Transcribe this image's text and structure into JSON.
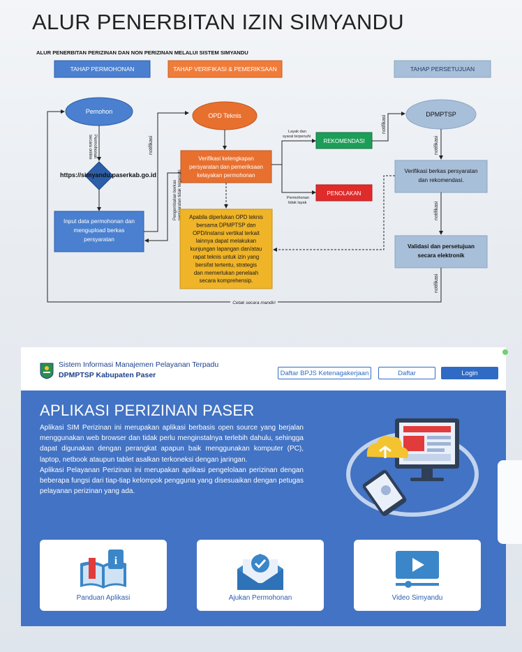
{
  "page_title": "ALUR PENERBITAN IZIN SIMYANDU",
  "flowchart": {
    "heading": "ALUR PENERBITAN PERIZINAN DAN NON PERIZINAN MELALUI SISTEM SIMYANDU",
    "stages": [
      "TAHAP PERMOHONAN",
      "TAHAP VERIFIKASI & PEMERIKSAAN",
      "TAHAP PERSETUJUAN"
    ],
    "pemohon": "Pemohon",
    "opd_teknis": "OPD Teknis",
    "dpmptsp": "DPMPTSP",
    "url": "https://simyandu.paserkab.go.id",
    "edge_pemohon_1": "Permohonan",
    "edge_pemohon_2": "secara online",
    "input_data_1": "Input data permohonan dan",
    "input_data_2": "mengupload berkas",
    "input_data_3": "persyaratan",
    "notifikasi": "notifikasi",
    "pengembalian_1": "Pengembalian berkas",
    "pengembalian_2": "persyaratan tidak terpenuhi",
    "verif_1": "Verifikasi kelengkapan",
    "verif_2": "persyaratan  dan pemeriksaan",
    "verif_3": "kelayakan permohonan",
    "layak_1": "Layak dan",
    "layak_2": "syarat terpenuhi",
    "rekomendasi": "REKOMENDASI",
    "tidak_layak_1": "Permohonan",
    "tidak_layak_2": "tidak layak",
    "penolakan": "PENOLAKAN",
    "yellow_lines": [
      "Apabila diperlukan OPD teknis",
      "bersama DPMPTSP dan",
      "OPD/instansi vertikal terkait",
      "lainnya dapat melakukan",
      "kunjungan lapangan dan/atau",
      "rapat teknis untuk izin yang",
      "bersifat tertentu, strategis",
      "dan memerlukan penelaah",
      "secara komprehensip."
    ],
    "verif_rek_1": "Verifikasi berkas persyaratan",
    "verif_rek_2": "dan rekomendasi.",
    "validasi_1": "Validasi dan persetujuan",
    "validasi_2": "secara elektronik",
    "cetak": "Cetak secara mandiri"
  },
  "portal": {
    "brand_line1": "Sistem Informasi Manajemen Pelayanan Terpadu",
    "brand_line2": "DPMPTSP Kabupaten Paser",
    "btn_bpjs": "Daftar BPJS Ketenagakerjaan",
    "btn_daftar": "Daftar",
    "btn_login": "Login",
    "title": "APLIKASI PERIZINAN PASER",
    "desc1": "Aplikasi SIM Perizinan ini merupakan aplikasi berbasis open source yang berjalan menggunakan web browser dan tidak perlu menginstalnya terlebih dahulu, sehingga dapat digunakan dengan perangkat apapun baik menggunakan komputer (PC), laptop, netbook ataupun tablet asalkan terkoneksi dengan jaringan.",
    "desc2": "Aplikasi Pelayanan Perizinan ini merupakan aplikasi pengelolaan perizinan dengan beberapa fungsi dari tiap-tiap kelompok pengguna yang disesuaikan dengan petugas pelayanan perizinan yang ada.",
    "cards": [
      "Panduan Aplikasi",
      "Ajukan Permohonan",
      "Video Simyandu"
    ]
  },
  "colors": {
    "stage_blue": "#4a80cf",
    "stage_orange": "#f07c3a",
    "stage_grey": "#a8bfd9",
    "opd_orange": "#e8702f",
    "yellow_box": "#f0b428",
    "green": "#1c9e58",
    "red": "#e02b2b",
    "portal_blue": "#4273c4"
  }
}
